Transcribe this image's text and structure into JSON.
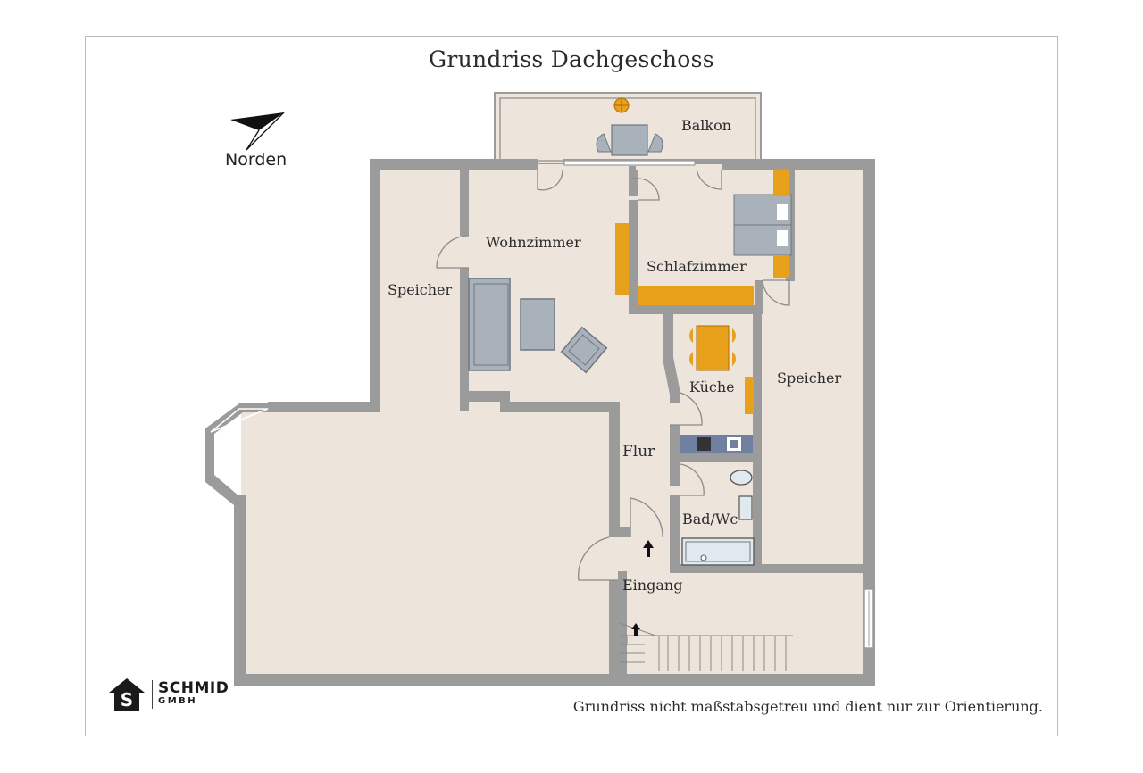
{
  "title": "Grundriss Dachgeschoss",
  "compass_label": "Norden",
  "disclaimer": "Grundriss nicht maßstabsgetreu und dient nur zur Orientierung.",
  "logo": {
    "name": "SCHMID",
    "suffix": "GMBH",
    "icon": "house-s-logo-icon"
  },
  "rooms": {
    "balkon": "Balkon",
    "wohnzimmer": "Wohnzimmer",
    "speicher_left": "Speicher",
    "schlafzimmer": "Schlafzimmer",
    "kueche": "Küche",
    "speicher_right": "Speicher",
    "flur": "Flur",
    "bad": "Bad/Wc",
    "eingang": "Eingang"
  },
  "colors": {
    "wall": "#9b9b9b",
    "floor": "#ede4dc",
    "furniture_orange": "#e8a11a",
    "furniture_gray": "#a9b2bb",
    "kitchen_blue": "#6f80a0",
    "bath": "#dfe9ee"
  }
}
